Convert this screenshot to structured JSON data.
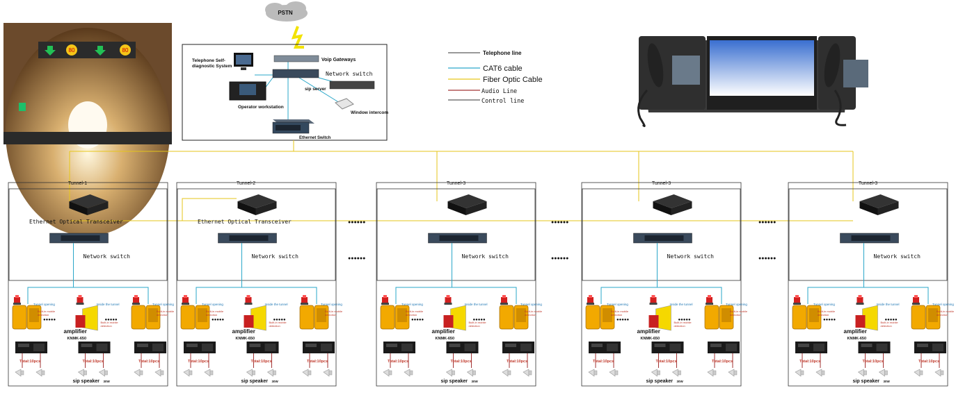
{
  "cloud": {
    "label": "PSTN"
  },
  "core": {
    "voip_gateway": "Voip Gateways",
    "network_switch": "Network switch",
    "telephone_self_diag_line1": "Telephone Self-",
    "telephone_self_diag_line2": "diagnostic System",
    "sip_server": "sip server",
    "operator_workstation": "Operator workstation",
    "window_intercom": "Window intercom",
    "ethernet_switch": "Ethernet Switch"
  },
  "legend": [
    {
      "label": "Telephone line",
      "color": "#333333"
    },
    {
      "label": "CAT6 cable",
      "color": "#2aa7c9"
    },
    {
      "label": "Fiber Optic Cable",
      "color": "#e6c619"
    },
    {
      "label": "Audio Line",
      "color": "#8b0000"
    },
    {
      "label": "Control line",
      "color": "#333333"
    }
  ],
  "ellipsis": "●●●●●●",
  "small_ellipsis": "●●●●●",
  "tunnels": [
    {
      "title": "Tunnel-1",
      "transceiver": "Ethernet Optical Transceiver",
      "switch": "Network switch",
      "amp": "amplifier",
      "model": "KNMK-650",
      "speaker": "sip speaker",
      "speaker_w": "30W",
      "total": "Total:10pcs"
    },
    {
      "title": "Tunnel-2",
      "transceiver": "Ethernet Optical Transceiver",
      "switch": "Network switch",
      "amp": "amplifier",
      "model": "KNMK-650",
      "speaker": "sip speaker",
      "speaker_w": "30W",
      "total": "Total:10pcs"
    },
    {
      "title": "Tunnel-3",
      "transceiver": "",
      "switch": "Network switch",
      "amp": "amplifier",
      "model": "KNMK-650",
      "speaker": "sip speaker",
      "speaker_w": "30W",
      "total": "Total:10pcs"
    },
    {
      "title": "Tunnel-3",
      "transceiver": "",
      "switch": "Network switch",
      "amp": "amplifier",
      "model": "KNMK-650",
      "speaker": "sip speaker",
      "speaker_w": "30W",
      "total": "Total:10pcs"
    },
    {
      "title": "Tunnel-3",
      "transceiver": "",
      "switch": "Network switch",
      "amp": "amplifier",
      "model": "KNMK-650",
      "speaker": "sip speaker",
      "speaker_w": "30W",
      "total": "Total:10pcs"
    }
  ],
  "phone_labels": {
    "tunnel_opening": "Tunnel opening",
    "inside": "Inside the tunnel",
    "builtin_line1": "Built-in mobile",
    "builtin_line2": "detection"
  },
  "tunnel_photo": {
    "sign_speed": "80"
  }
}
